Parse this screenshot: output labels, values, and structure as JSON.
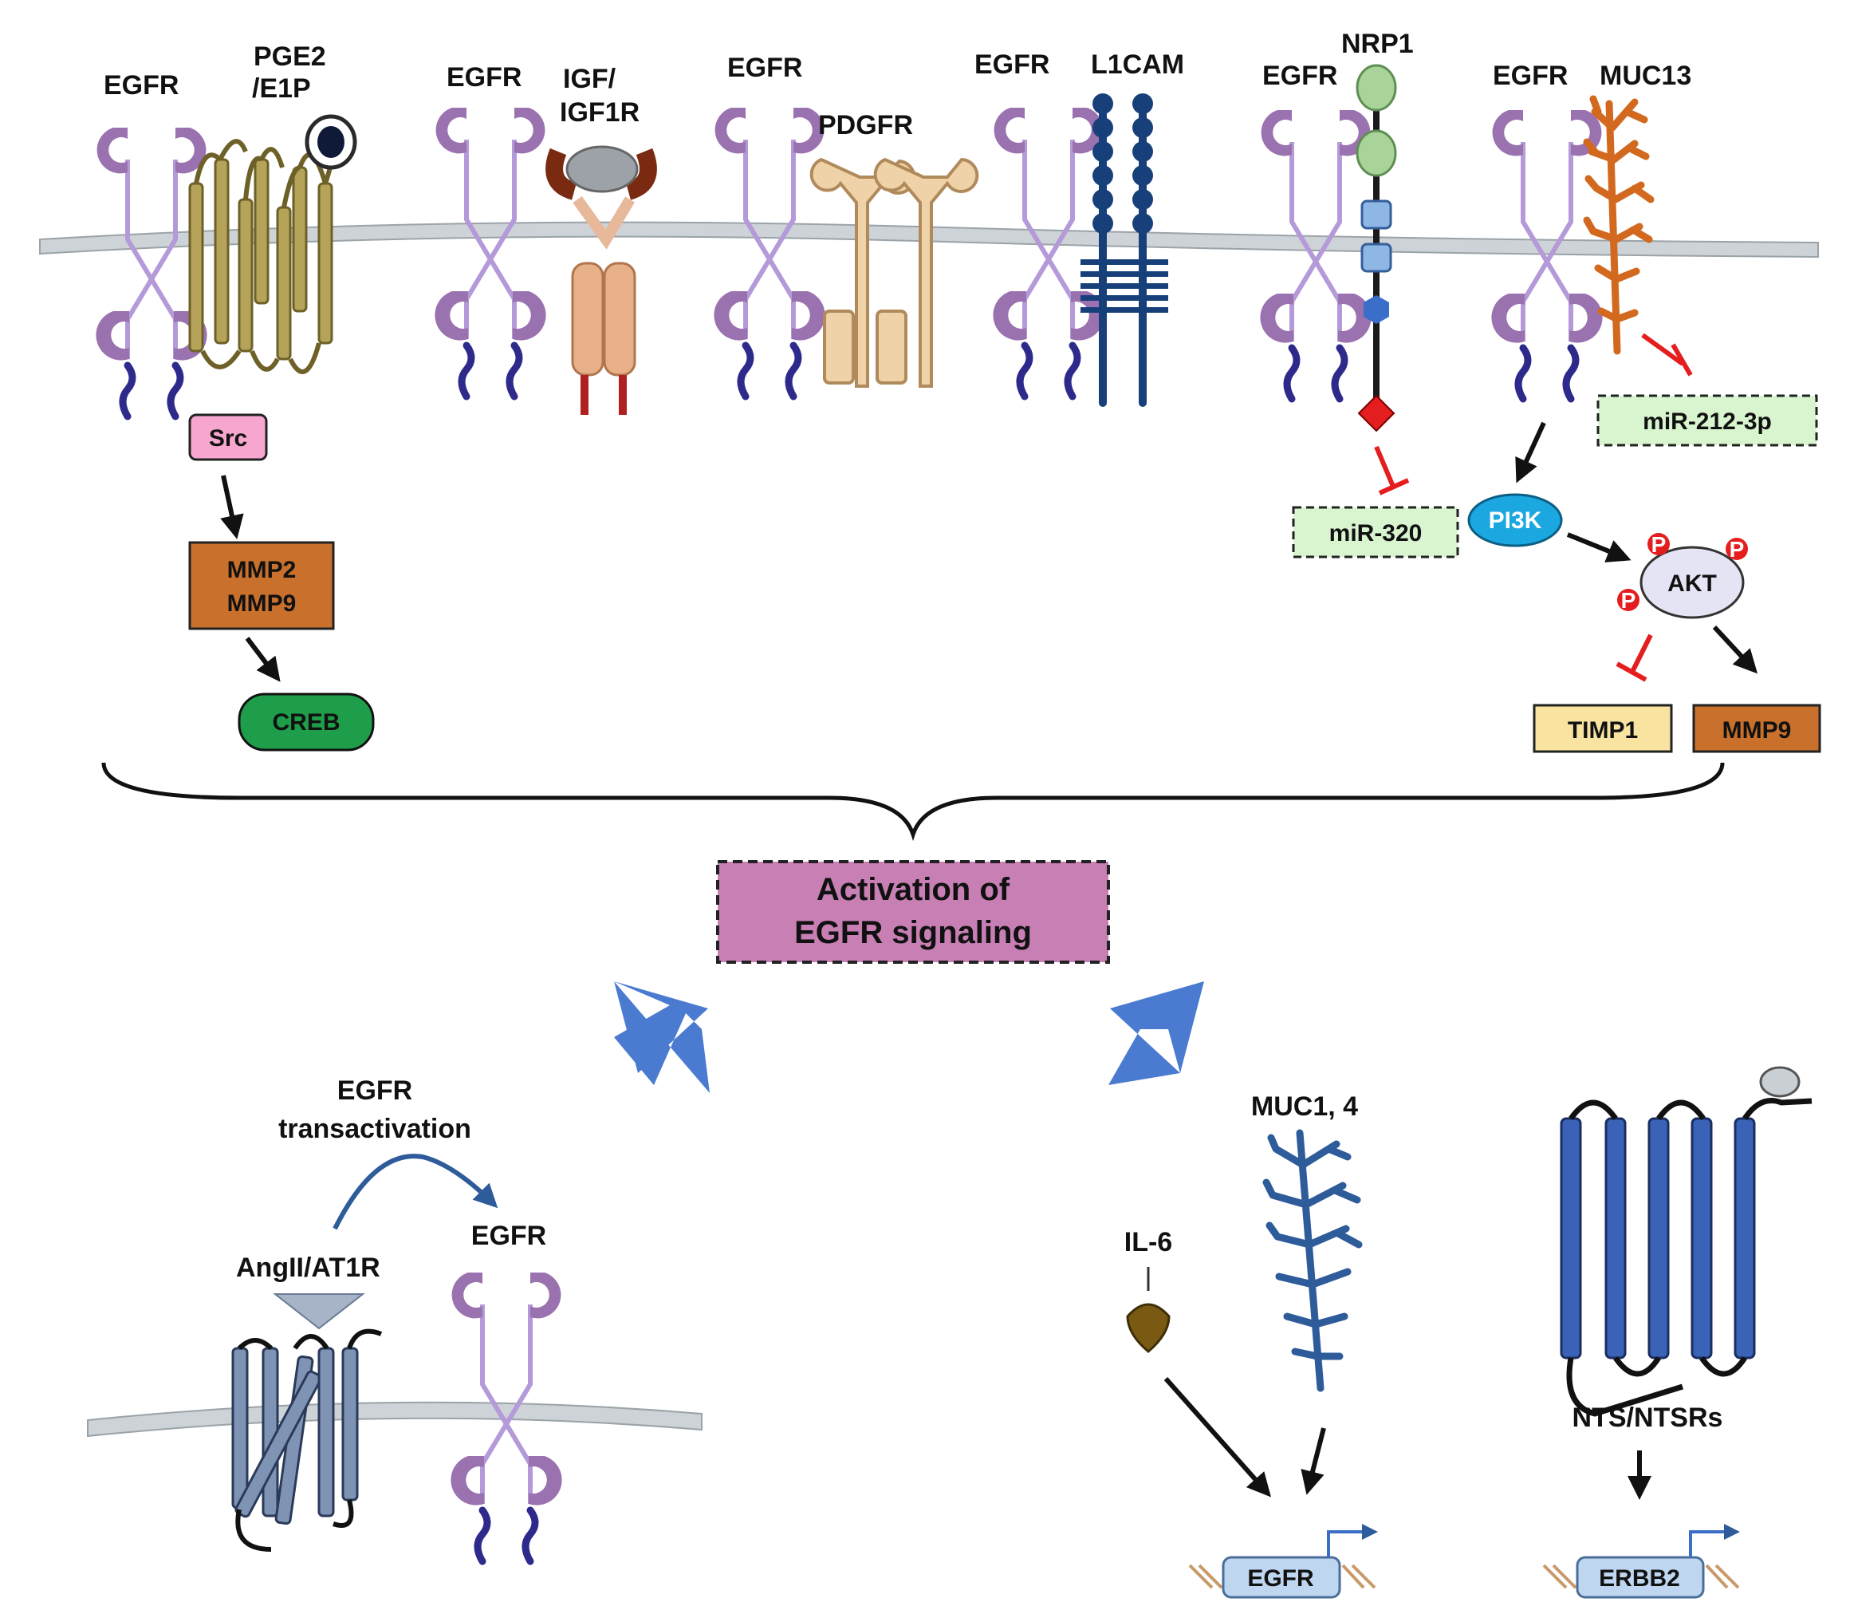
{
  "labels": {
    "egfr_1": "EGFR",
    "pge2": "PGE2",
    "e1p": "/E1P",
    "egfr_2": "EGFR",
    "igf": "IGF/",
    "igf1r": "IGF1R",
    "egfr_3": "EGFR",
    "pdgfr": "PDGFR",
    "egfr_4": "EGFR",
    "l1cam": "L1CAM",
    "egfr_5": "EGFR",
    "nrp1": "NRP1",
    "egfr_6": "EGFR",
    "muc13": "MUC13",
    "src": "Src",
    "mmp2": "MMP2",
    "mmp9_a": "MMP9",
    "creb": "CREB",
    "mir320": "miR-320",
    "mir212": "miR-212-3p",
    "pi3k": "PI3K",
    "akt": "AKT",
    "p": "P",
    "timp1": "TIMP1",
    "mmp9_b": "MMP9",
    "activation_line1": "Activation of",
    "activation_line2": "EGFR signaling",
    "transact_line1": "EGFR",
    "transact_line2": "transactivation",
    "angii": "AngII/AT1R",
    "egfr_bottom": "EGFR",
    "muc14": "MUC1, 4",
    "il6": "IL-6",
    "nts": "NTS/NTSRs",
    "gene_egfr": "EGFR",
    "gene_erbb2": "ERBB2"
  },
  "colors": {
    "egfr_purple": "#9B72B0",
    "egfr_light": "#B49AD8",
    "egfr_tail": "#2E2A8C",
    "gpcr_olive": "#B5A35A",
    "l1cam_navy": "#17407A",
    "muc13_orange": "#D2691E",
    "muc_blue": "#2E5C9A",
    "ntsr_blue": "#3A63B8",
    "mmp_orange": "#C8702C",
    "creb_green": "#1E9E4A",
    "mir_green": "#D8F5CF",
    "activation_box": "#C77FB4",
    "inhibit_red": "#E41E1E",
    "pi3k_cyan": "#1BA8E0",
    "big_arrow": "#4A7BD0",
    "membrane": "#CDD3D6"
  }
}
